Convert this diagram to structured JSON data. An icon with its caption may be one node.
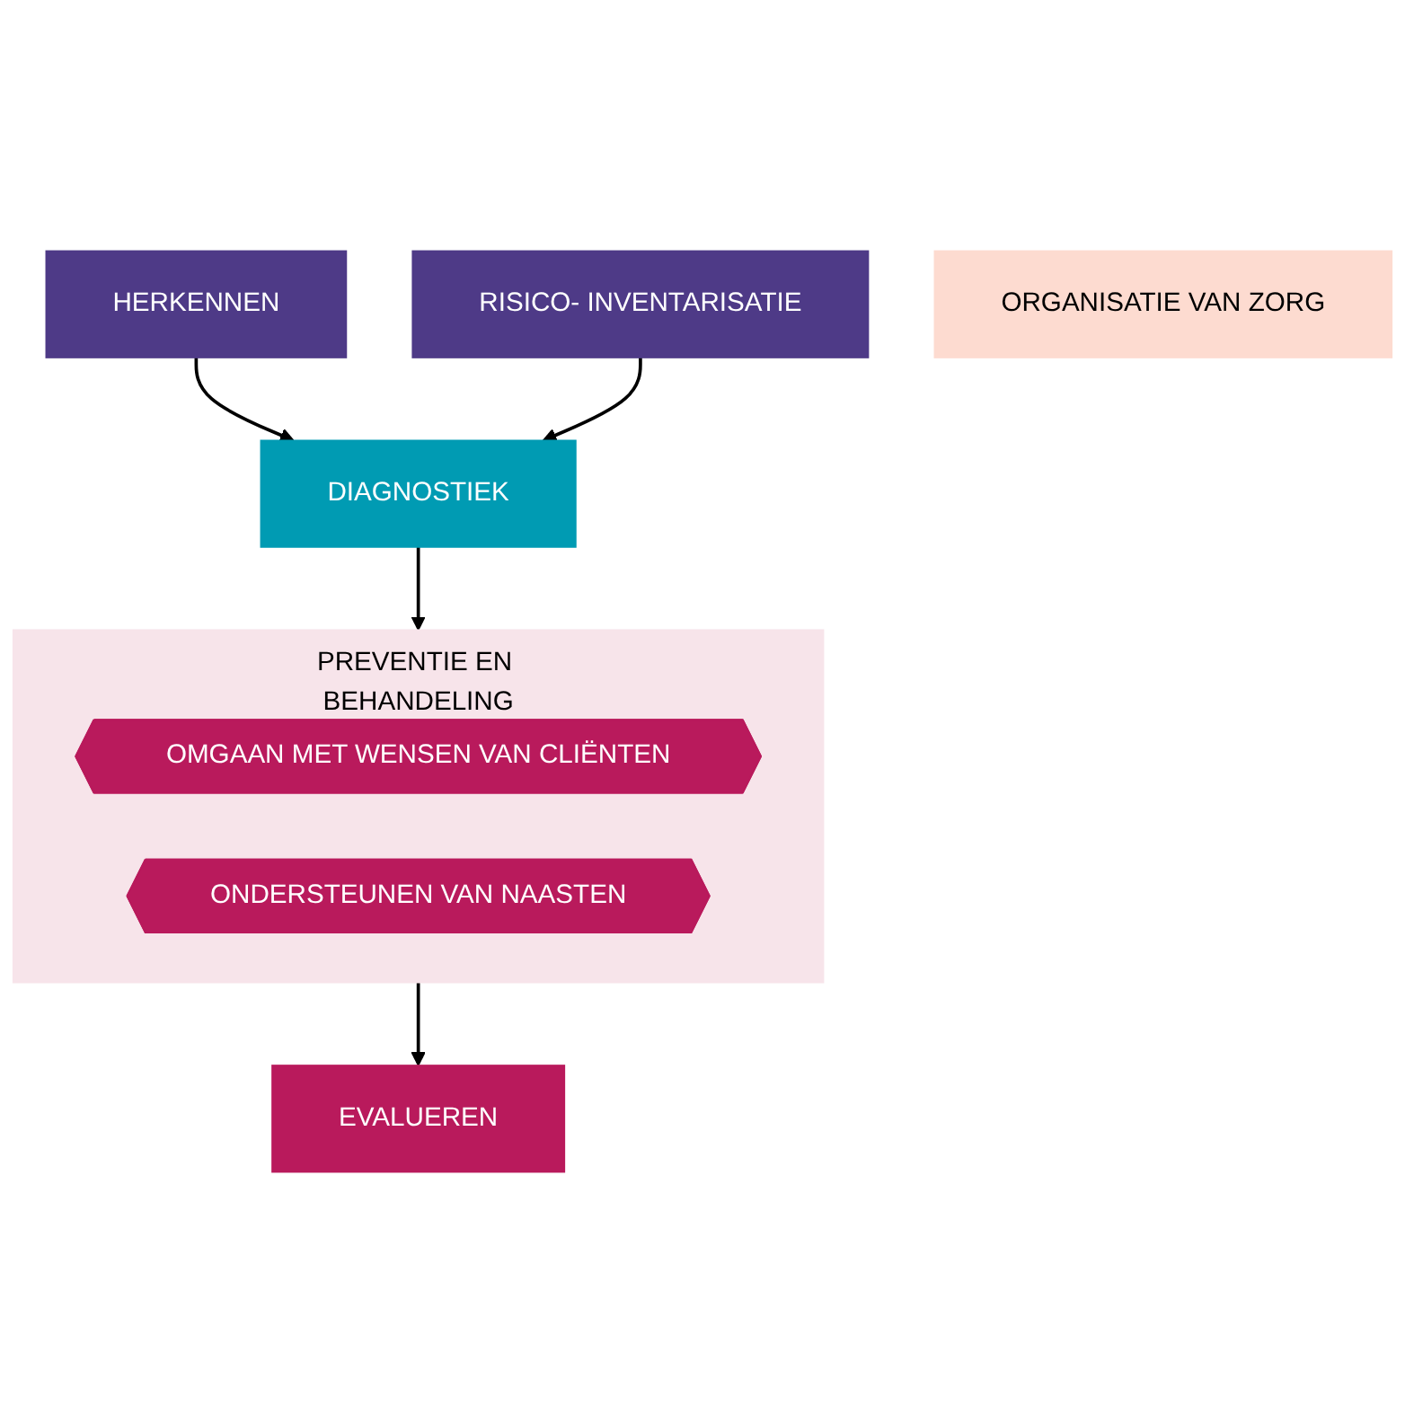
{
  "diagram": {
    "nodes": [
      {
        "text": [
          "HERKENNEN"
        ]
      },
      {
        "text": [
          "RISICO- INVENTARISATIE"
        ]
      },
      {
        "text": [
          "DIAGNOSTIEK"
        ]
      },
      {
        "text": [
          "PREVENTIE EN BEHANDELING"
        ]
      },
      {
        "text": [
          "OMGAAN MET WENSEN VAN CLIËNTEN"
        ],
        "in": 3
      },
      {
        "text": [
          "ONDERSTEUNEN VAN NAASTEN"
        ],
        "in": 3
      },
      {
        "text": [
          "EVALUEREN"
        ]
      },
      {
        "text": [
          "ORGANISATIE VAN ZORG"
        ]
      }
    ],
    "edges": [
      {
        "from": 0,
        "to": 2,
        "arrow": "to"
      },
      {
        "from": 1,
        "to": 2,
        "arrow": "to"
      },
      {
        "from": 2,
        "to": 3,
        "arrow": "to"
      },
      {
        "from": 3,
        "to": 6,
        "arrow": "to"
      }
    ]
  }
}
